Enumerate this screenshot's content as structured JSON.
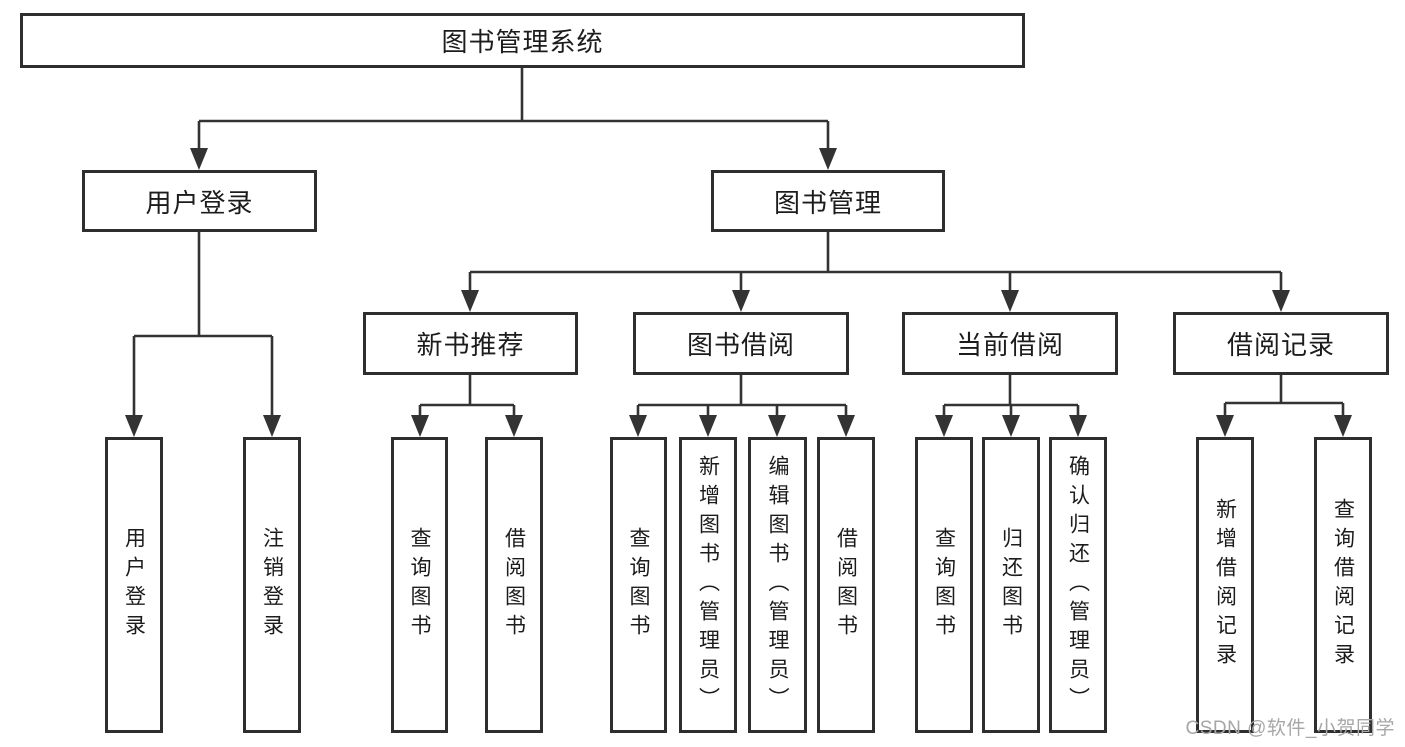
{
  "tree": {
    "label": "图书管理系统",
    "children": [
      {
        "label": "用户登录",
        "children": [
          {
            "label": "用户登录"
          },
          {
            "label": "注销登录"
          }
        ]
      },
      {
        "label": "图书管理",
        "children": [
          {
            "label": "新书推荐",
            "children": [
              {
                "label": "查询图书"
              },
              {
                "label": "借阅图书"
              }
            ]
          },
          {
            "label": "图书借阅",
            "children": [
              {
                "label": "查询图书"
              },
              {
                "label": "新增图书（管理员）"
              },
              {
                "label": "编辑图书（管理员）"
              },
              {
                "label": "借阅图书"
              }
            ]
          },
          {
            "label": "当前借阅",
            "children": [
              {
                "label": "查询图书"
              },
              {
                "label": "归还图书"
              },
              {
                "label": "确认归还（管理员）"
              }
            ]
          },
          {
            "label": "借阅记录",
            "children": [
              {
                "label": "新增借阅记录"
              },
              {
                "label": "查询借阅记录"
              }
            ]
          }
        ]
      }
    ]
  },
  "watermark": "CSDN @软件_小贺同学",
  "colors": {
    "line": "#333333",
    "box_border": "#2e2e2e",
    "text": "#1c1c1c",
    "background": "#ffffff",
    "watermark_text": "#a7a7a7"
  }
}
